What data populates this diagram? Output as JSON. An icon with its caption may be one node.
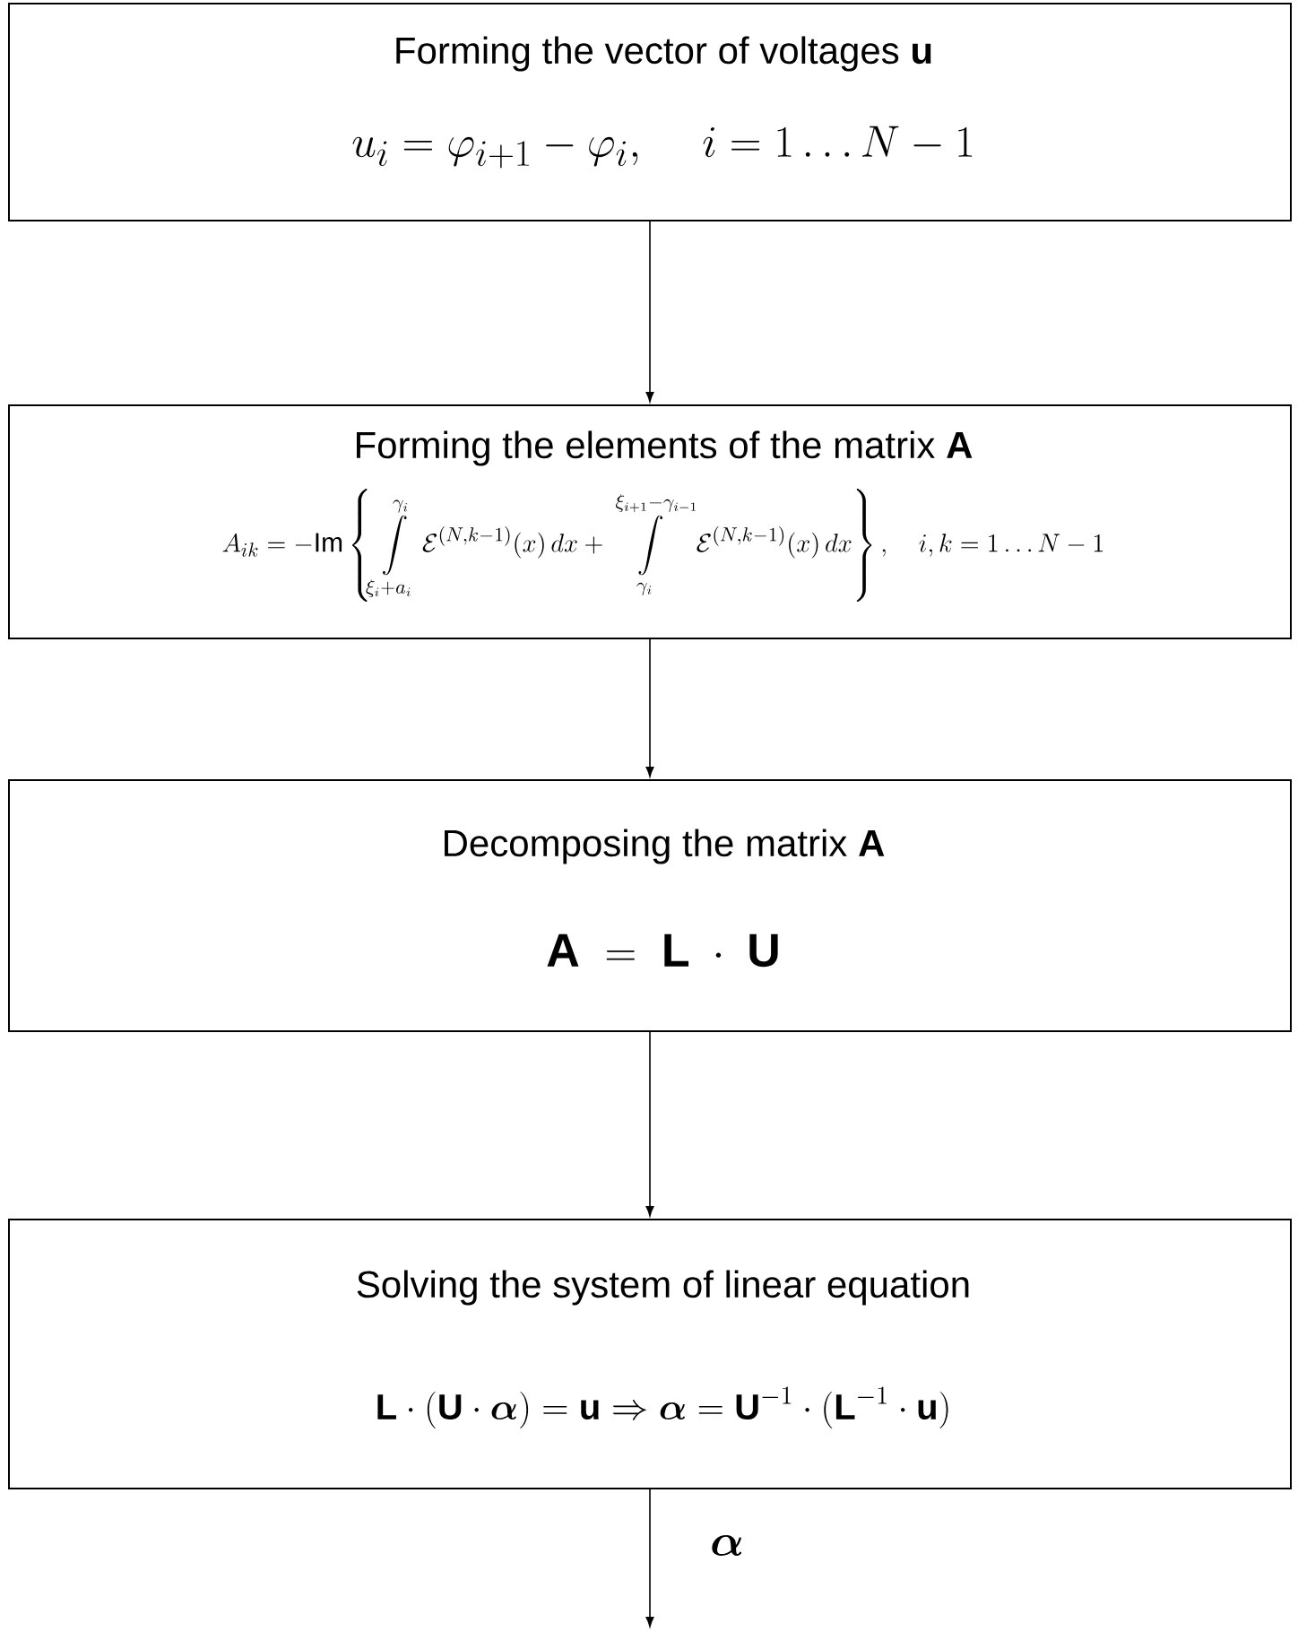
{
  "diagram": {
    "nodes": [
      {
        "text": [
          "Forming the vector of voltages **u**",
          "u_i=\\varphi_{i+1}-\\varphi_i,\\quad i=1\\ldots N-1"
        ]
      },
      {
        "text": [
          "Forming the elements of the matrix **A**",
          "A_{ik}=-\\mathrm{Im}\\left\\{\\int\\limits_{\\xi_i+a_i}^{\\gamma_i}\\mathcal{E}^{(N,k-1)}(x)\\,dx+\\int\\limits_{\\gamma_i}^{\\xi_{i+1}-\\gamma_{i-1}}\\mathcal{E}^{(N,k-1)}(x)\\,dx\\right\\},\\quad i,k=1\\ldots N-1"
        ]
      },
      {
        "text": [
          "Decomposing the matrix **A**",
          "\\mathbf{A}\\;=\\;\\mathbf{L}\\;\\cdot\\;\\mathbf{U}"
        ]
      },
      {
        "text": [
          "Solving the system of linear equation",
          "\\mathbf{L}\\cdot(\\mathbf{U}\\cdot\\boldsymbol{\\alpha})=\\mathbf{u}\\Rightarrow\\boldsymbol{\\alpha}=\\mathbf{U}^{-1}\\cdot(\\mathbf{L}^{-1}\\cdot\\mathbf{u})"
        ]
      }
    ],
    "edges": [
      {
        "from": 0,
        "to": 1,
        "arrow": "to"
      },
      {
        "from": 1,
        "to": 2,
        "arrow": "to"
      },
      {
        "from": 2,
        "to": 3,
        "arrow": "to"
      },
      {
        "from": 3,
        "to": null,
        "arrow": "to",
        "label": "\\boldsymbol{\\alpha}"
      }
    ]
  }
}
